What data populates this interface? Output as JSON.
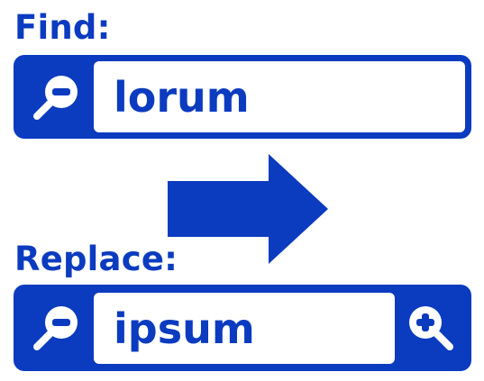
{
  "find": {
    "label": "Find:",
    "value": "lorum",
    "icon": "zoom-out-icon"
  },
  "replace": {
    "label": "Replace:",
    "value": "ipsum",
    "left_icon": "zoom-out-icon",
    "right_icon": "zoom-in-icon"
  },
  "arrow_icon": "arrow-right-icon",
  "colors": {
    "accent": "#0b3bbf",
    "background": "#ffffff"
  }
}
